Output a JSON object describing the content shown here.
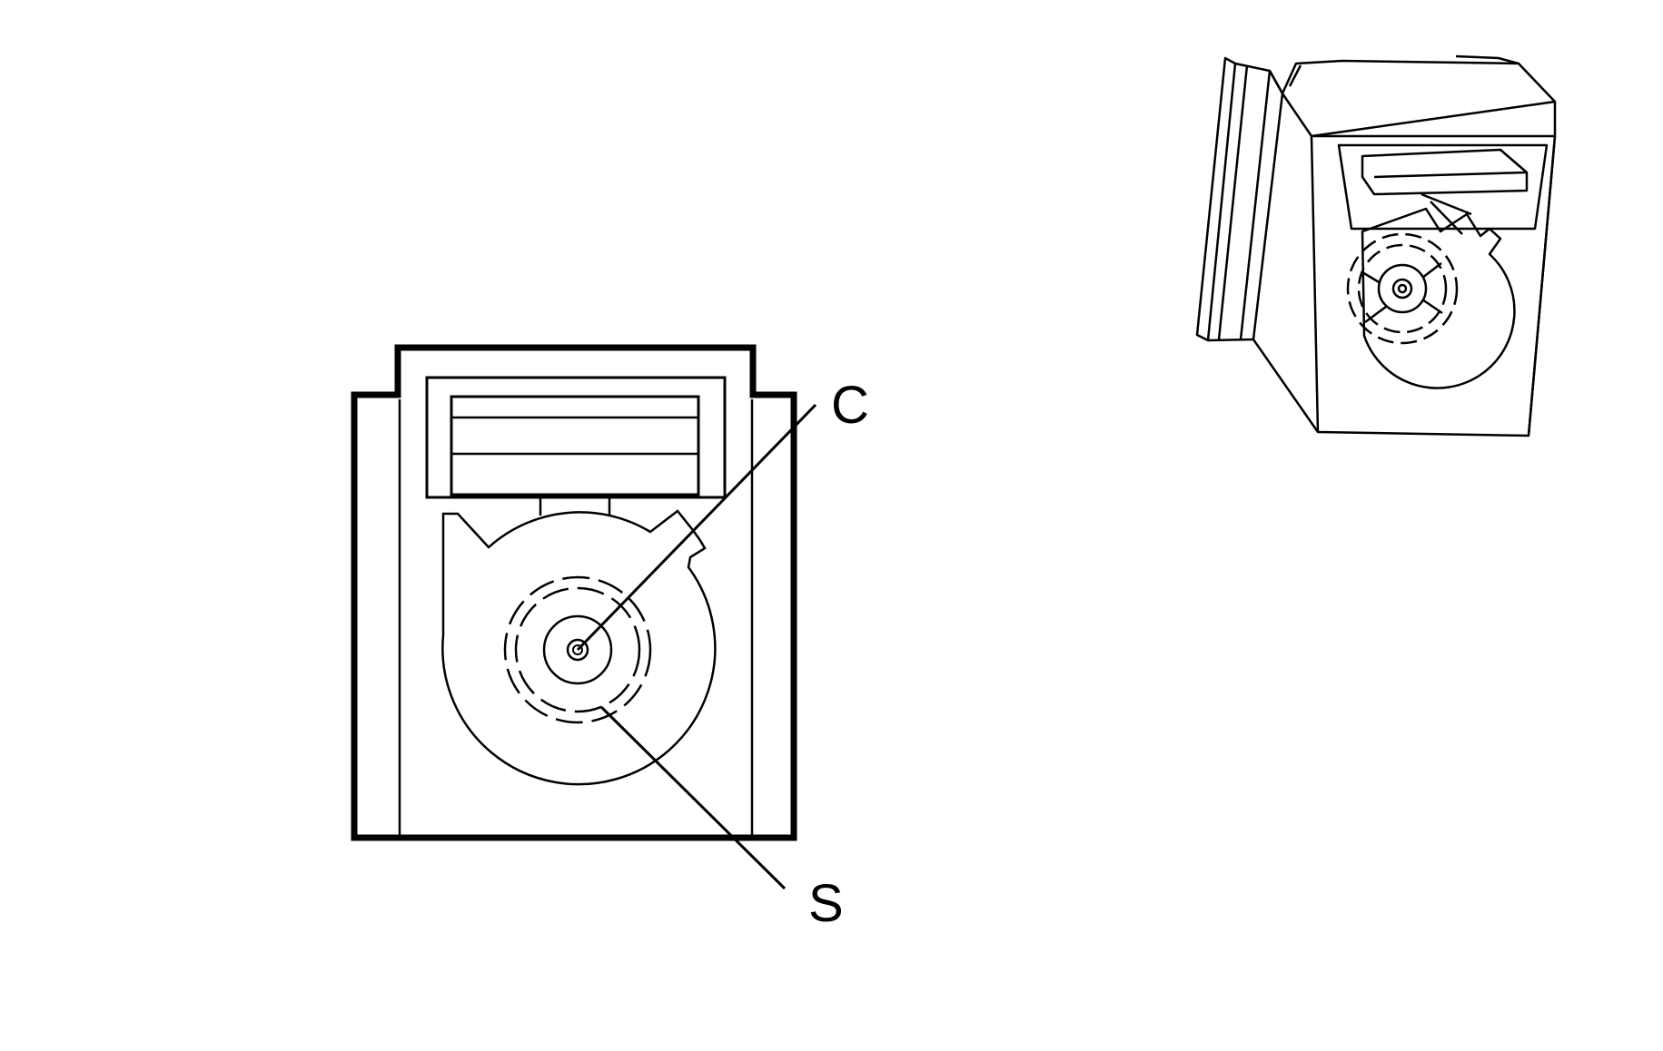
{
  "colors": {
    "line": "#000000",
    "background": "#ffffff"
  },
  "front_view": {
    "callouts": [
      {
        "id": "center-contact",
        "letter": "C"
      },
      {
        "id": "shield-contact",
        "letter": "S"
      }
    ]
  }
}
